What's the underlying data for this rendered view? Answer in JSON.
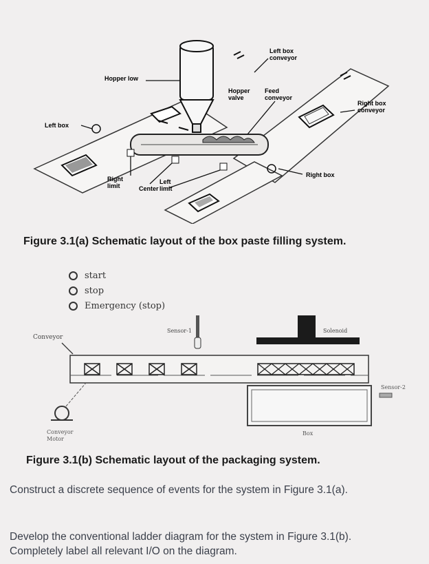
{
  "figure_a": {
    "labels": {
      "hopper_low": "Hopper low",
      "left_box_conveyor": "Left box\nconveyor",
      "hopper_valve": "Hopper\nvalve",
      "feed_conveyor": "Feed\nconveyor",
      "right_box_conveyor": "Right box\nconveyor",
      "left_box": "Left box",
      "right_box": "Right box",
      "right_limit": "Right\nlimit",
      "center": "Center",
      "left_limit": "Left\nlimit"
    },
    "caption": "Figure 3.1(a) Schematic layout of the box paste filling system."
  },
  "controls": [
    {
      "label": "start"
    },
    {
      "label": "stop"
    },
    {
      "label": "Emergency (stop)"
    }
  ],
  "figure_b": {
    "labels": {
      "conveyor": "Conveyor",
      "sensor_1": "Sensor-1",
      "solenoid": "Solenoid",
      "sensor_2": "Sensor-2",
      "conveyor_motor": "Conveyor\nMotor",
      "box": "Box"
    },
    "caption": "Figure 3.1(b) Schematic layout of the packaging system."
  },
  "questions": [
    "Construct a discrete sequence of events for the system in Figure 3.1(a).",
    "Develop the conventional ladder diagram for the system in Figure 3.1(b). Completely label all relevant I/O on the diagram."
  ]
}
